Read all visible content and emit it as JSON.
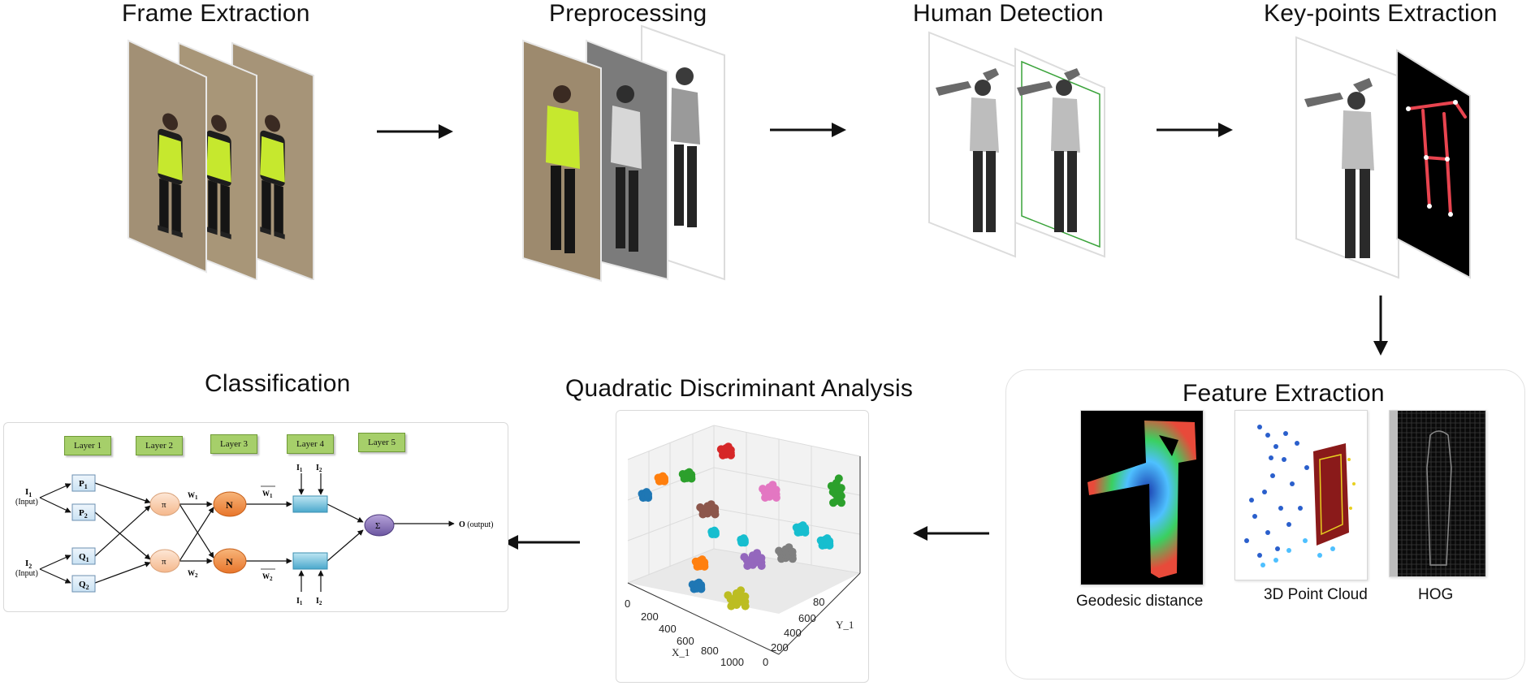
{
  "stages": {
    "frame_extraction": "Frame Extraction",
    "preprocessing": "Preprocessing",
    "human_detection": "Human Detection",
    "keypoints_extraction": "Key-points Extraction",
    "feature_extraction": "Feature Extraction",
    "qda": "Quadratic Discriminant Analysis",
    "classification": "Classification"
  },
  "features": {
    "geodesic": "Geodesic distance",
    "point_cloud": "3D Point Cloud",
    "hog": "HOG"
  },
  "network": {
    "layers": [
      "Layer 1",
      "Layer 2",
      "Layer 3",
      "Layer 4",
      "Layer 5"
    ],
    "input1_symbol": "I",
    "input1_sub": "1",
    "input1_label": "(Input)",
    "input2_symbol": "I",
    "input2_sub": "2",
    "input2_label": "(Input)",
    "p1": "P",
    "p1_sub": "1",
    "p2": "P",
    "p2_sub": "2",
    "q1": "Q",
    "q1_sub": "1",
    "q2": "Q",
    "q2_sub": "2",
    "pi": "π",
    "n": "N",
    "w1": "W",
    "w1_sub": "1",
    "w2": "W",
    "w2_sub": "2",
    "w1bar": "W",
    "w1bar_sub": "1",
    "w2bar": "W",
    "w2bar_sub": "2",
    "top_i1": "I",
    "top_i1_sub": "1",
    "top_i2": "I",
    "top_i2_sub": "2",
    "bot_i1": "I",
    "bot_i1_sub": "1",
    "bot_i2": "I",
    "bot_i2_sub": "2",
    "sum": "Σ",
    "output_symbol": "O",
    "output_label": "(output)"
  },
  "chart_data": {
    "type": "scatter",
    "title": "",
    "xlabel": "X_1",
    "ylabel": "Y_1",
    "x_ticks": [
      "0",
      "200",
      "400",
      "600",
      "800",
      "1000"
    ],
    "y_ticks": [
      "0",
      "200",
      "400",
      "600",
      "80"
    ],
    "series": [
      {
        "color": "#1f77b4"
      },
      {
        "color": "#ff7f0e"
      },
      {
        "color": "#2ca02c"
      },
      {
        "color": "#d62728"
      },
      {
        "color": "#9467bd"
      },
      {
        "color": "#8c564b"
      },
      {
        "color": "#e377c2"
      },
      {
        "color": "#7f7f7f"
      },
      {
        "color": "#bcbd22"
      },
      {
        "color": "#17becf"
      }
    ]
  },
  "colors": {
    "vest": "#c6e82e",
    "layer_box": "#a6cf6a",
    "node_orange": "#f39c5a",
    "node_peach": "#fbd6b8",
    "node_blue": "#7ec6e0",
    "node_purple": "#8e78b8"
  }
}
